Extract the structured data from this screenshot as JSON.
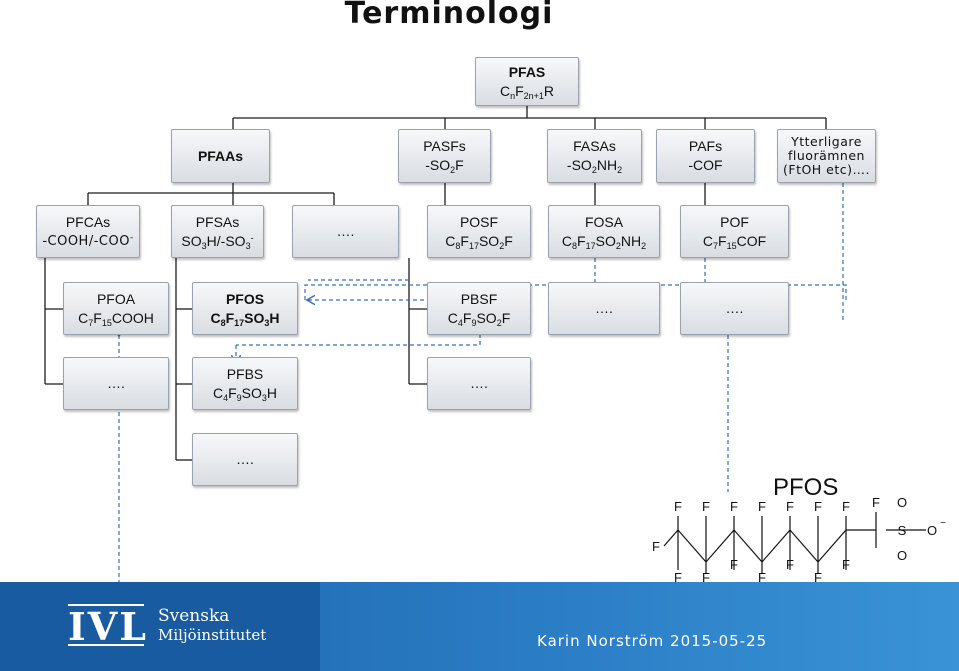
{
  "title": "Terminologi",
  "root": {
    "name": "PFAS",
    "formula": "CnF2n+1R"
  },
  "level1": {
    "pfaas": "PFAAs",
    "pasfs": {
      "name": "PASFs",
      "group": "-SO2F"
    },
    "fasas": {
      "name": "FASAs",
      "group": "-SO2NH2"
    },
    "pafs": {
      "name": "PAFs",
      "group": "-COF"
    },
    "other": [
      "Ytterligare",
      "fluorämnen",
      "(FtOH etc)…."
    ]
  },
  "level2": {
    "pfcas": {
      "name": "PFCAs",
      "group": "-COOH/-COO-"
    },
    "pfsas": {
      "name": "PFSAs",
      "group": "SO3H/-SO3-"
    },
    "ellipsis": "….",
    "posf": {
      "name": "POSF",
      "formula": "C8F17SO2F"
    },
    "fosa": {
      "name": "FOSA",
      "formula": "C8F17SO2NH2"
    },
    "pof": {
      "name": "POF",
      "formula": "C7F15COF"
    }
  },
  "level3": {
    "pfoa": {
      "name": "PFOA",
      "formula": "C7F15COOH"
    },
    "pfos": {
      "name": "PFOS",
      "formula": "C8F17SO3H"
    },
    "pbsf": {
      "name": "PBSF",
      "formula": "C4F9SO2F"
    },
    "e1": "….",
    "e2": "…."
  },
  "level4": {
    "e1": "….",
    "pfbs": {
      "name": "PFBS",
      "formula": "C4F9SO3H"
    },
    "e2": "…."
  },
  "level5": {
    "e1": "…."
  },
  "molecule": {
    "title": "PFOS",
    "atoms": [
      "F",
      "O",
      "S",
      "O",
      "O"
    ],
    "charge": "−"
  },
  "footer": {
    "logo": "IVL",
    "brand_line1": "Svenska",
    "brand_line2": "Miljöinstitutet",
    "author": "Karin Norström 2015-05-25"
  },
  "colors": {
    "line": "#1c1c1c",
    "dashed": "#3a6fb8",
    "footer": "#1b63ac"
  }
}
